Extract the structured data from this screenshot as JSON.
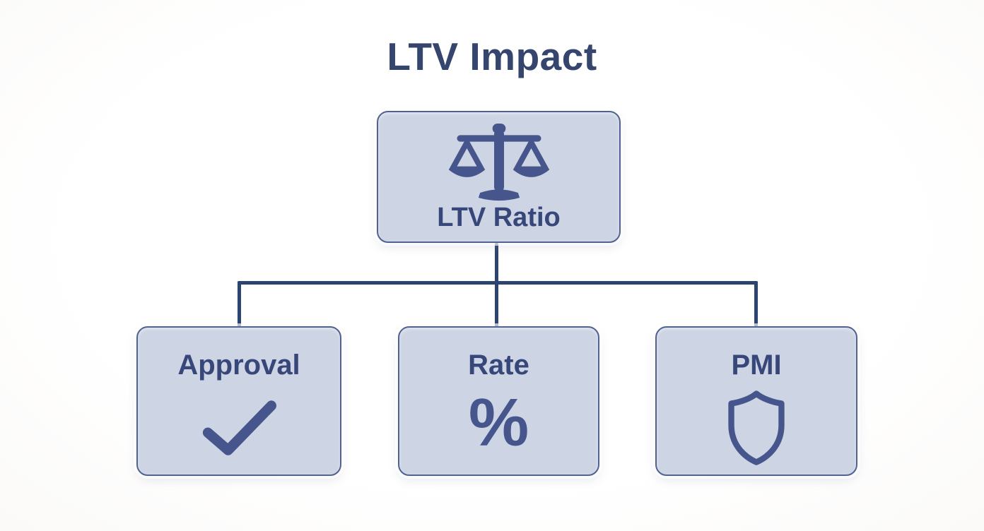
{
  "title": "LTV Impact",
  "colors": {
    "background": "#ffffff",
    "box_fill": "#cdd5e5",
    "box_border": "#51628e",
    "connector": "#2e4470",
    "title_text": "#35456e",
    "label_text": "#38477a",
    "icon": "#46568c"
  },
  "diagram": {
    "root": {
      "label": "LTV Ratio",
      "icon": "balance-scale-icon"
    },
    "children": [
      {
        "label": "Approval",
        "icon": "checkmark-icon"
      },
      {
        "label": "Rate",
        "icon": "percent-icon",
        "glyph": "%"
      },
      {
        "label": "PMI",
        "icon": "shield-icon"
      }
    ]
  }
}
